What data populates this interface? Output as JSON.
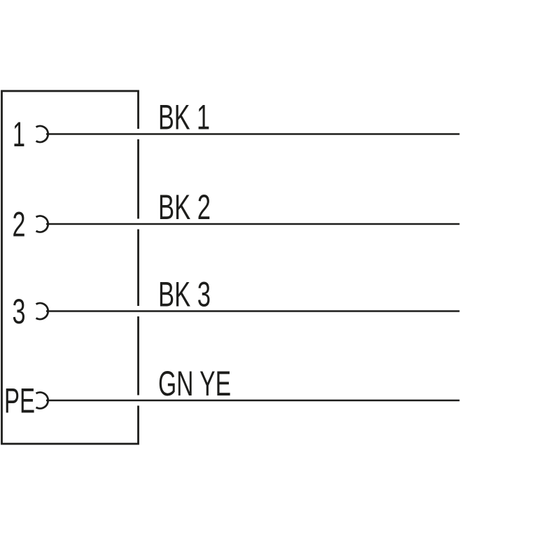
{
  "diagram": {
    "kind": "connector-pinout-wiring-diagram",
    "background_color": "#ffffff",
    "line_color": "#1d1d1b",
    "pins": [
      {
        "pin": "1",
        "wire": "BK 1"
      },
      {
        "pin": "2",
        "wire": "BK 2"
      },
      {
        "pin": "3",
        "wire": "BK 3"
      },
      {
        "pin": "PE",
        "wire": "GN YE"
      }
    ]
  }
}
